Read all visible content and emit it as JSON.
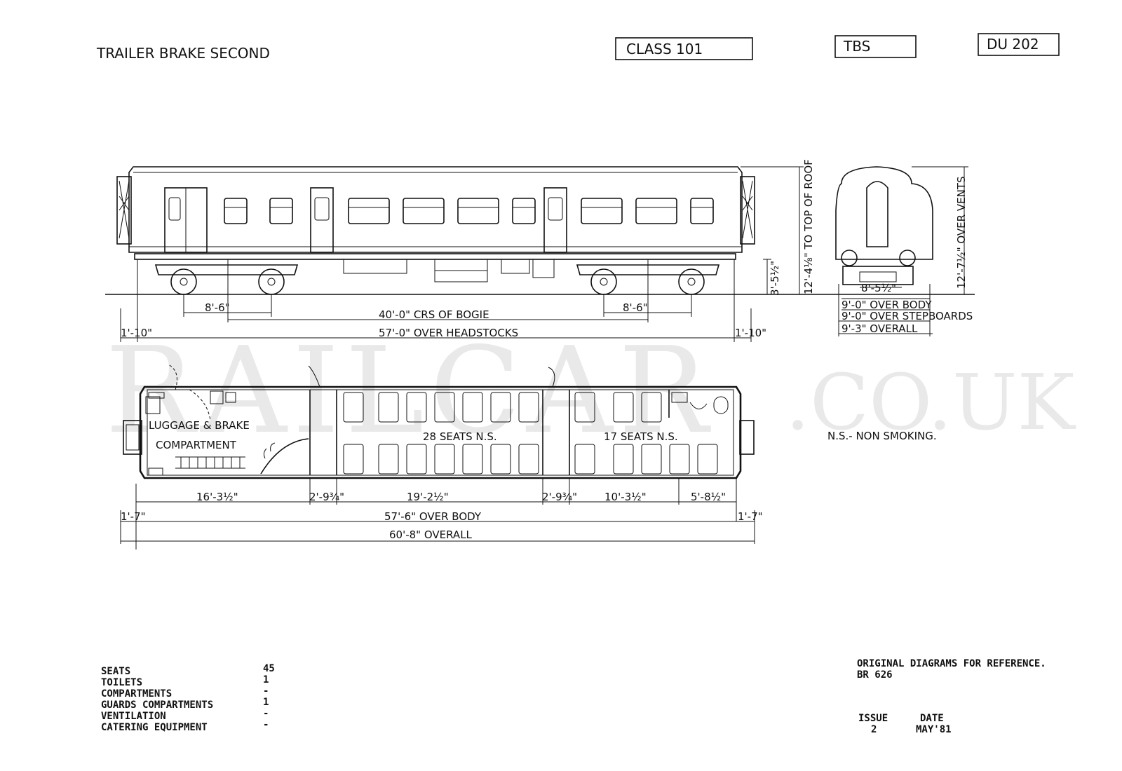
{
  "header": {
    "title": "TRAILER BRAKE SECOND",
    "class_box": "CLASS 101",
    "type_box": "TBS",
    "diagram_box": "DU 202"
  },
  "watermark": {
    "main": "RAILCAR",
    "suffix": ".CO.UK"
  },
  "side_elevation": {
    "dim_bogie_wheelbase_left": "8'-6\"",
    "dim_bogie_wheelbase_right": "8'-6\"",
    "dim_bogie_centres": "40'-0\" CRS OF BOGIE",
    "dim_over_headstocks": "57'-0\" OVER HEADSTOCKS",
    "dim_end_left": "1'-10\"",
    "dim_end_right": "1'-10\"",
    "dim_floor_height": "3'-5½\"",
    "dim_roof_height": "12'-4⅛\" TO TOP OF ROOF"
  },
  "end_elevation": {
    "dim_over_vents": "12'-7½\" OVER VENTS",
    "dim_track": "8'-5½\"",
    "dim_over_body": "9'-0\" OVER BODY",
    "dim_over_stepboards": "9'-0\" OVER STEPBOARDS",
    "dim_overall": "9'-3\" OVERALL"
  },
  "plan": {
    "compartment_line1": "LUGGAGE & BRAKE",
    "compartment_line2": "COMPARTMENT",
    "saloon_a": "28 SEATS N.S.",
    "saloon_b": "17 SEATS N.S.",
    "dim_brake_van": "16'-3½\"",
    "dim_vestibule_1": "2'-9¾\"",
    "dim_saloon_a": "19'-2½\"",
    "dim_vestibule_2": "2'-9¾\"",
    "dim_saloon_b": "10'-3½\"",
    "dim_toilet": "5'-8½\"",
    "dim_end_left": "1'-7\"",
    "dim_end_right": "1'-7\"",
    "dim_over_body": "57'-6\" OVER BODY",
    "dim_overall": "60'-8\" OVERALL"
  },
  "legend": {
    "ns_note": "N.S.- NON SMOKING."
  },
  "summary": {
    "rows": [
      {
        "label": "SEATS",
        "value": "45"
      },
      {
        "label": "TOILETS",
        "value": "1"
      },
      {
        "label": "COMPARTMENTS",
        "value": "-"
      },
      {
        "label": "GUARDS COMPARTMENTS",
        "value": "1"
      },
      {
        "label": "VENTILATION",
        "value": "-"
      },
      {
        "label": "CATERING EQUIPMENT",
        "value": "-"
      }
    ]
  },
  "reference": {
    "line1": "ORIGINAL DIAGRAMS FOR REFERENCE.",
    "line2": "BR 626",
    "issue_label": "ISSUE",
    "date_label": "DATE",
    "issue_value": "2",
    "date_value": "MAY'81"
  }
}
